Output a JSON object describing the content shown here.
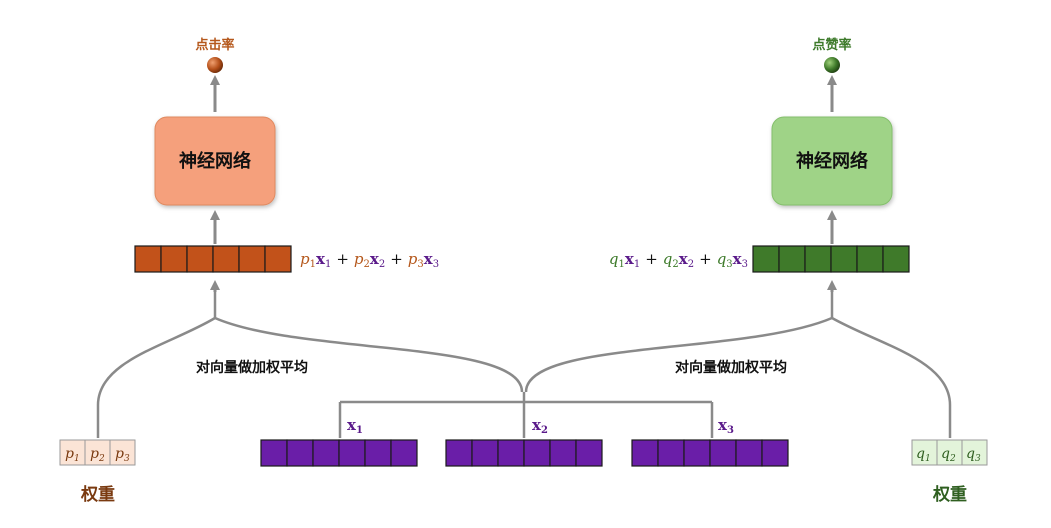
{
  "left": {
    "output_label": "点击率",
    "network_label": "神经网络",
    "formula": {
      "coef": "p",
      "vec": "x",
      "indices": [
        "1",
        "2",
        "3"
      ],
      "plus": "+"
    },
    "average_label": "对向量做加权平均",
    "weights": {
      "symbol": "p",
      "indices": [
        "1",
        "2",
        "3"
      ]
    },
    "weights_label": "权重"
  },
  "right": {
    "output_label": "点赞率",
    "network_label": "神经网络",
    "formula": {
      "coef": "q",
      "vec": "x",
      "indices": [
        "1",
        "2",
        "3"
      ],
      "plus": "+"
    },
    "average_label": "对向量做加权平均",
    "weights": {
      "symbol": "q",
      "indices": [
        "1",
        "2",
        "3"
      ]
    },
    "weights_label": "权重"
  },
  "vectors": [
    {
      "symbol": "x",
      "index": "1"
    },
    {
      "symbol": "x",
      "index": "2"
    },
    {
      "symbol": "x",
      "index": "3"
    }
  ],
  "colors": {
    "orange_cell": "#c2521a",
    "orange_box": "#f5a07c",
    "green_cell": "#3f7a2a",
    "green_box": "#9fd387",
    "purple_cell": "#6a1ea8",
    "coef_orange": "#b5581c",
    "coef_green": "#3d7a2a",
    "vec_purple": "#5a1a8a",
    "arrow_gray": "#8a8a8a"
  }
}
